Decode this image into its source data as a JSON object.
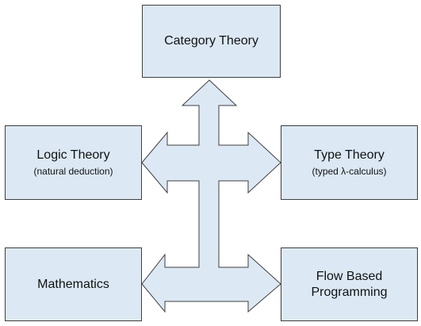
{
  "colors": {
    "box_fill": "#dce9f5",
    "arrow_fill": "#dce9f5",
    "stroke": "#3f3f3f"
  },
  "nodes": {
    "category": {
      "title": "Category Theory"
    },
    "logic": {
      "title": "Logic Theory",
      "subtitle": "(natural deduction)"
    },
    "type": {
      "title": "Type Theory",
      "subtitle": "(typed λ-calculus)"
    },
    "math": {
      "title": "Mathematics"
    },
    "flow": {
      "title": "Flow Based",
      "title2": "Programming"
    }
  }
}
